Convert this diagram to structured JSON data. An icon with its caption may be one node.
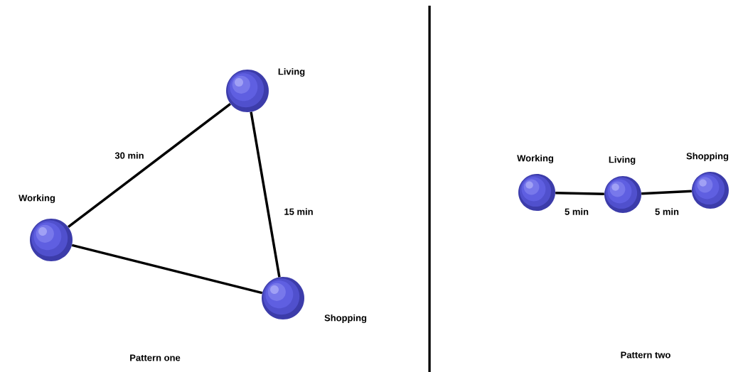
{
  "diagram": {
    "nodes": [
      {
        "text": [],
        "shape": "circle",
        "beside": [
          "Living"
        ]
      },
      {
        "text": [],
        "shape": "circle",
        "beside": [
          "Working"
        ]
      },
      {
        "text": [],
        "shape": "circle",
        "beside": [
          "Shopping"
        ]
      },
      {
        "text": [],
        "shape": "circle",
        "beside": [
          "Working"
        ]
      },
      {
        "text": [],
        "shape": "circle",
        "beside": [
          "Living"
        ]
      },
      {
        "text": [],
        "shape": "circle",
        "beside": [
          "Shopping"
        ]
      }
    ],
    "edges": [
      {
        "from": 0,
        "to": 1,
        "arrow": "none",
        "label": "30 min"
      },
      {
        "from": 0,
        "to": 2,
        "arrow": "none",
        "label": "15 min"
      },
      {
        "from": 1,
        "to": 2,
        "arrow": "none"
      },
      {
        "from": 3,
        "to": 4,
        "arrow": "none",
        "label": "5 min"
      },
      {
        "from": 4,
        "to": 5,
        "arrow": "none",
        "label": "5 min"
      }
    ],
    "labels": [
      "Pattern one",
      "Pattern two"
    ]
  }
}
